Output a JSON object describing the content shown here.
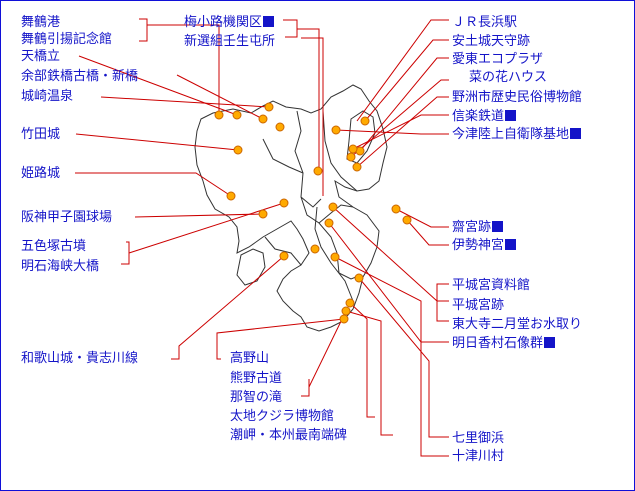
{
  "colors": {
    "label_text": "#1414c8",
    "connector_line": "#cc0000",
    "site_marker_fill": "#ffaa00",
    "site_marker_stroke": "#cc6600",
    "region_outline": "#333333",
    "frame_border": "#1010d8",
    "badge_square": "#1414c8"
  },
  "badge_icon": "blue-square-icon",
  "labels": {
    "maizuru_port": "舞鶴港",
    "maizuru_repatriation_museum": "舞鶴引揚記念館",
    "amanohashidate": "天橋立",
    "amarube_bridge": "余部鉄橋古橋・新橋",
    "kinosaki_onsen": "城崎温泉",
    "takeda_castle": "竹田城",
    "himeji_castle": "姫路城",
    "koshien_stadium": "阪神甲子園球場",
    "goshikizuka_kofun": "五色塚古墳",
    "akashi_kaikyo_bridge": "明石海峡大橋",
    "wakayama_castle_kishigawa_line": "和歌山城・貴志川線",
    "umekoji_roundhouse": "梅小路機関区",
    "shinsengumi_mibu_quarters": "新選組壬生屯所",
    "jr_nagahama_station": "ＪＲ長浜駅",
    "azuchi_castle_tenshu": "安土城天守跡",
    "aito_eco_plaza": "愛東エコプラザ",
    "nanohana_house": "菜の花ハウス",
    "yasu_folk_museum": "野洲市歴史民俗博物館",
    "shigaraki_railway": "信楽鉄道",
    "imazu_sdf_base": "今津陸上自衛隊基地",
    "saiku_site": "齋宮跡",
    "ise_jingu": "伊勢神宮",
    "heijo_palace_museum": "平城宮資料館",
    "heijo_palace_site": "平城宮跡",
    "todaiji_omizutori": "東大寺二月堂お水取り",
    "asuka_stone_statues": "明日香村石像群",
    "koyasan": "高野山",
    "kumano_kodo": "熊野古道",
    "nachi_falls": "那智の滝",
    "taiji_whale_museum": "太地クジラ博物館",
    "shionomisaki_monument": "潮岬・本州最南端碑",
    "shichiri_mihama": "七里御浜",
    "totsukawa_village": "十津川村"
  }
}
